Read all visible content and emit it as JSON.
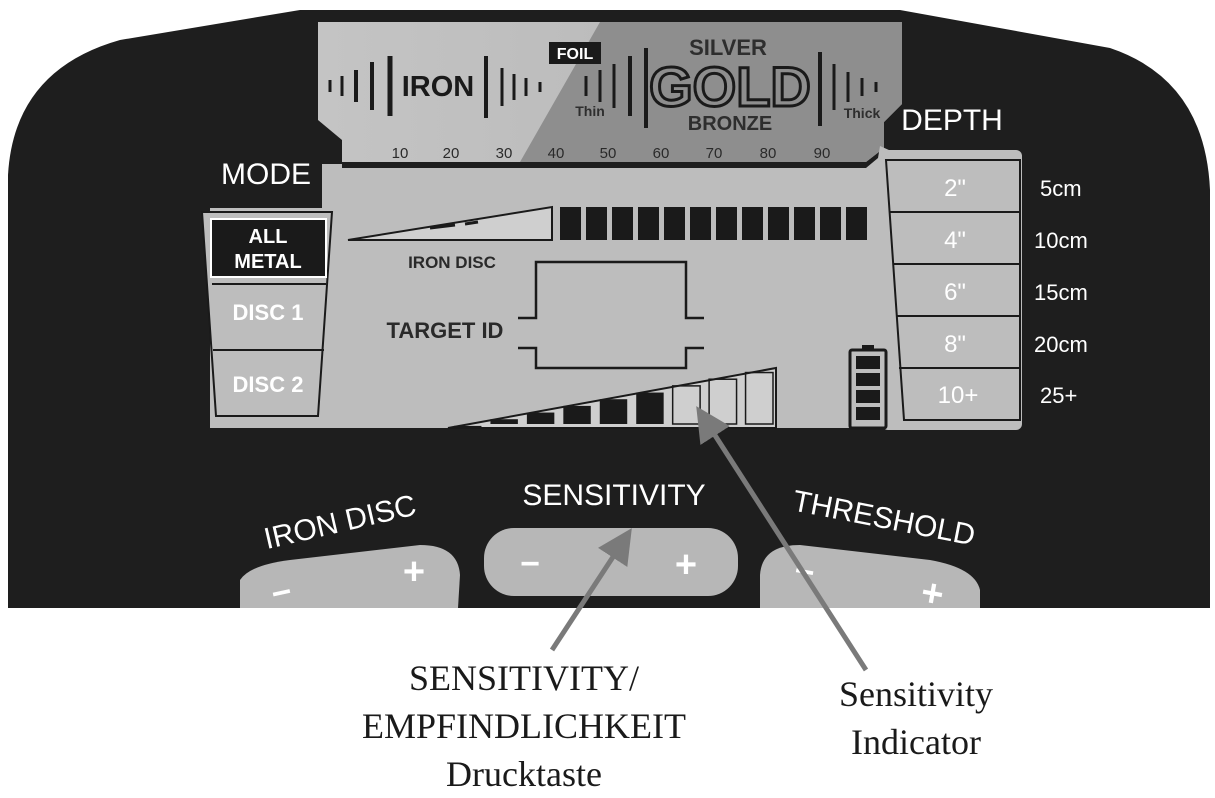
{
  "colors": {
    "panel": "#1e1e1e",
    "lcd_light": "#bdbdbd",
    "lcd_dark": "#8e8e8e",
    "button": "#b7b7b7",
    "ink": "#1a1a1a",
    "arrow": "#7a7a7a"
  },
  "scale": {
    "iron": "IRON",
    "foil": "FOIL",
    "silver": "SILVER",
    "gold": "GOLD",
    "bronze": "BRONZE",
    "thin": "Thin",
    "thick": "Thick",
    "numbers": [
      "10",
      "20",
      "30",
      "40",
      "50",
      "60",
      "70",
      "80",
      "90"
    ]
  },
  "mode": {
    "title": "MODE",
    "all_metal_line1": "ALL",
    "all_metal_line2": "METAL",
    "disc1": "DISC 1",
    "disc2": "DISC 2",
    "selected": "ALL METAL"
  },
  "depth": {
    "title": "DEPTH",
    "inches": [
      "2\"",
      "4\"",
      "6\"",
      "8\"",
      "10+"
    ],
    "metric": [
      "5cm",
      "10cm",
      "15cm",
      "20cm",
      "25+"
    ]
  },
  "display": {
    "iron_disc_label": "IRON DISC",
    "target_id_label": "TARGET ID",
    "iron_disc_blocks_filled": 12,
    "sensitivity_level_filled": 6,
    "sensitivity_level_total": 9,
    "battery_bars": 4
  },
  "controls": {
    "iron_disc": "IRON DISC",
    "sensitivity": "SENSITIVITY",
    "threshold": "THRESHOLD",
    "minus": "−",
    "plus": "+"
  },
  "annotations": {
    "button_line1": "SENSITIVITY/",
    "button_line2": "EMPFINDLICHKEIT",
    "button_line3": "Drucktaste",
    "indicator_line1": "Sensitivity",
    "indicator_line2": "Indicator"
  }
}
